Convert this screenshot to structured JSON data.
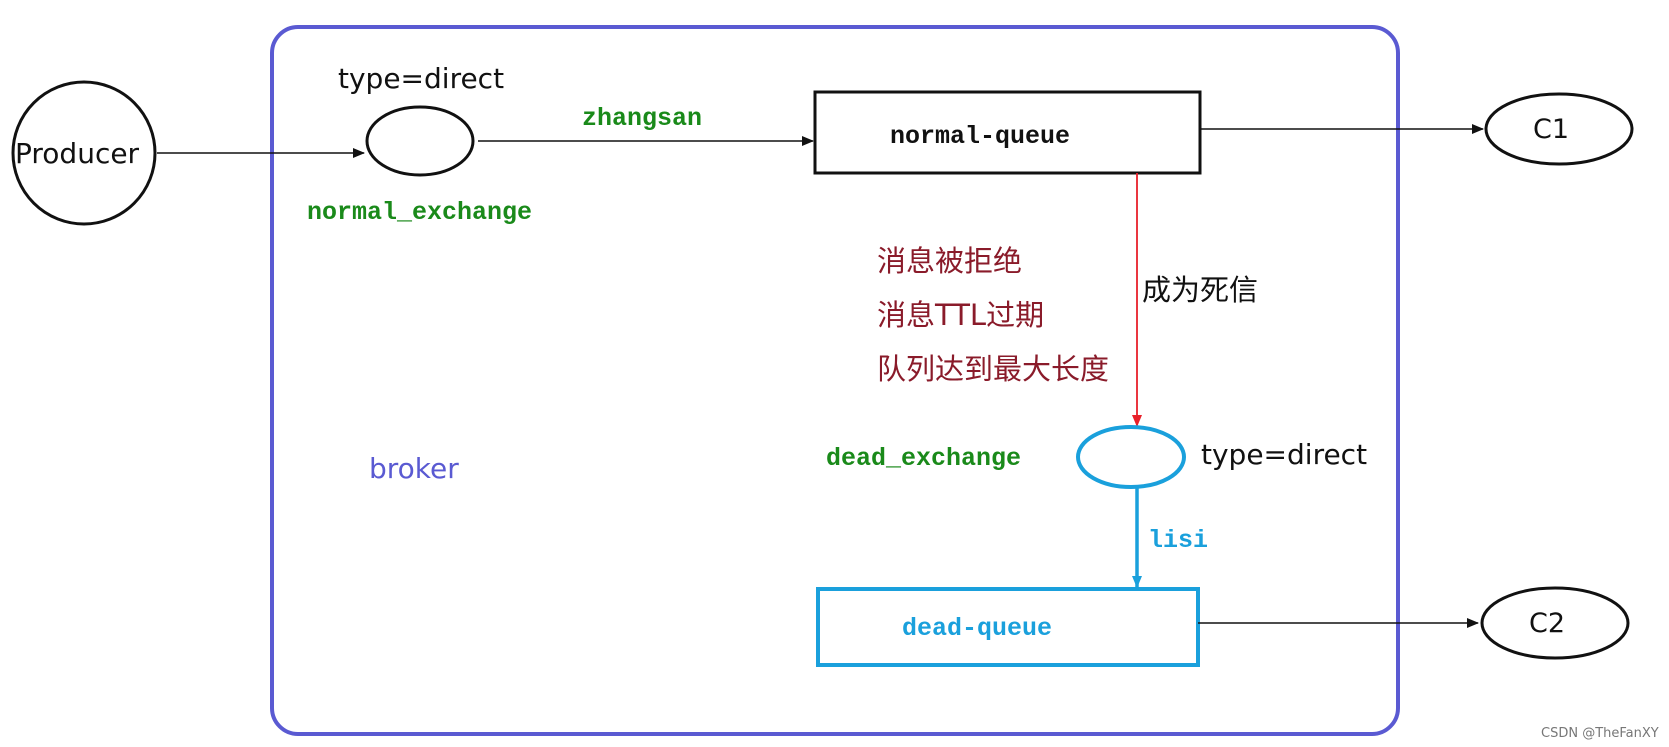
{
  "producer": {
    "label": "Producer"
  },
  "broker": {
    "label": "broker"
  },
  "normal_exchange": {
    "type_label": "type=direct",
    "name": "normal_exchange"
  },
  "routing_normal": "zhangsan",
  "normal_queue": {
    "label": "normal-queue"
  },
  "consumer_1": {
    "label": "C1"
  },
  "dead_letter": {
    "become_label": "成为死信",
    "reasons": [
      "消息被拒绝",
      "消息TTL过期",
      "队列达到最大长度"
    ]
  },
  "dead_exchange": {
    "name": "dead_exchange",
    "type_label": "type=direct"
  },
  "routing_dead": "lisi",
  "dead_queue": {
    "label": "dead-queue"
  },
  "consumer_2": {
    "label": "C2"
  },
  "watermark": "CSDN @TheFanXY",
  "colors": {
    "broker_border": "#5a5ad2",
    "green_text": "#1a8a1a",
    "cyan": "#1aa0dc",
    "red_arrow": "#e8202a",
    "reason_text": "#8a1b2a"
  }
}
